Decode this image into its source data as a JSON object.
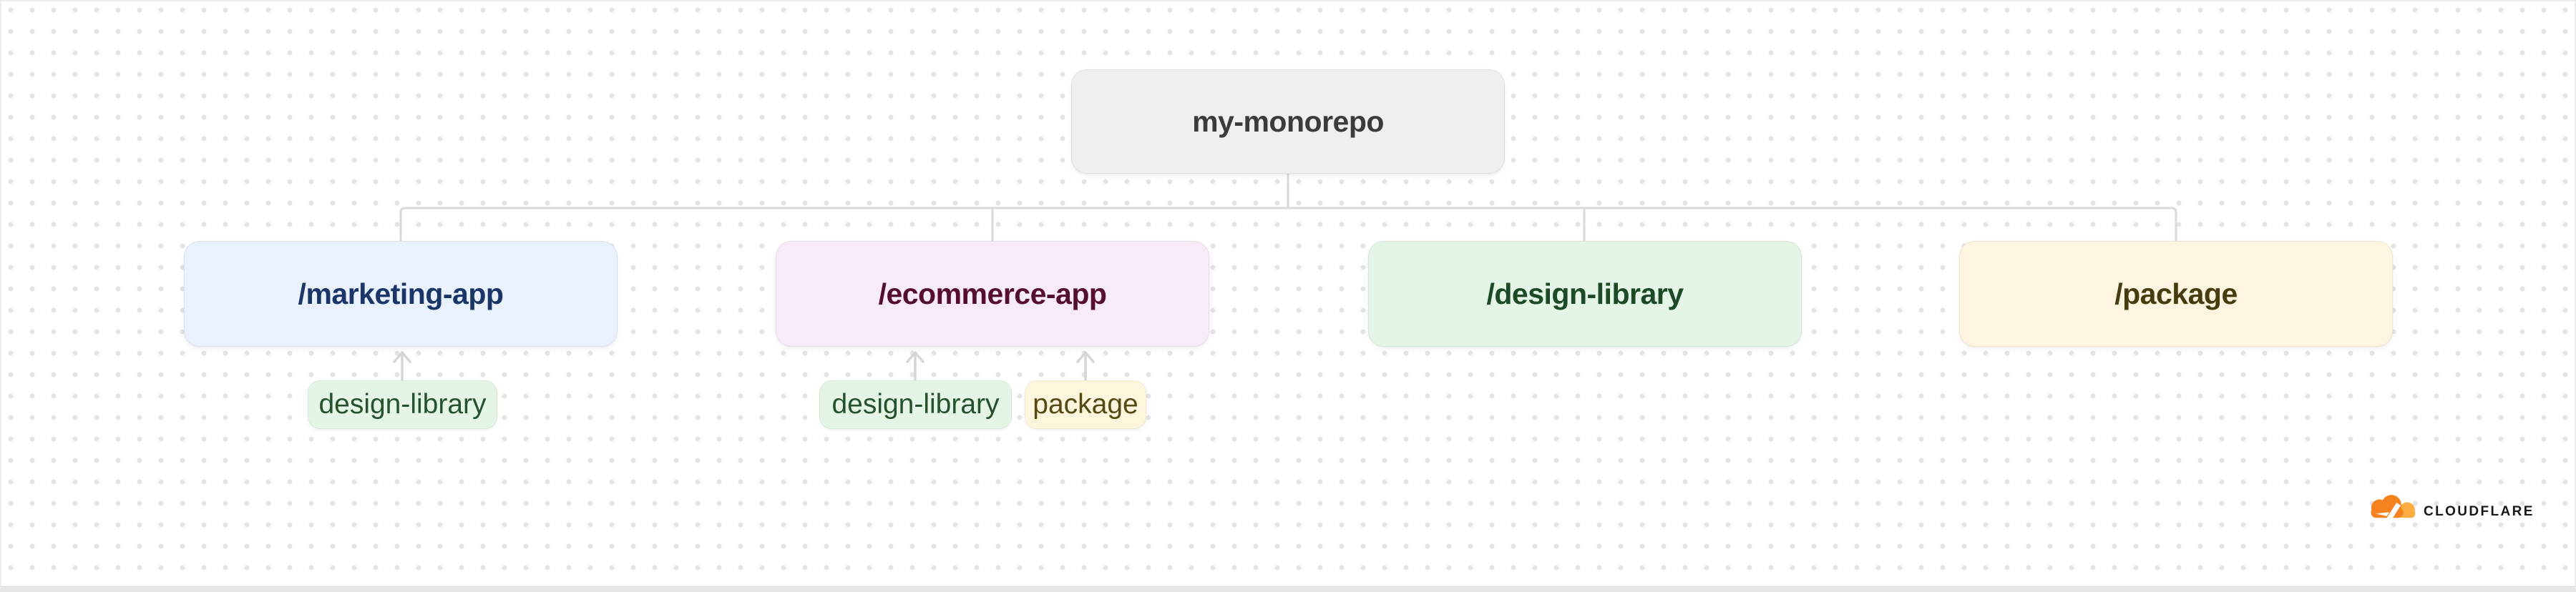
{
  "diagram": {
    "root": {
      "label": "my-monorepo",
      "bg": "#efefef",
      "text_color": "#3b3b3b"
    },
    "children": [
      {
        "label": "/marketing-app",
        "bg": "#e9f1fd",
        "text_color": "#1a3568"
      },
      {
        "label": "/ecommerce-app",
        "bg": "#f7ebf8",
        "text_color": "#550d30"
      },
      {
        "label": "/design-library",
        "bg": "#e4f4e6",
        "text_color": "#1c4a27"
      },
      {
        "label": "/package",
        "bg": "#fdf5e0",
        "text_color": "#473c10"
      }
    ],
    "dependency_tags": [
      {
        "label": "design-library",
        "parent": "/marketing-app",
        "bg": "#e4f5e6",
        "text_color": "#26512e"
      },
      {
        "label": "design-library",
        "parent": "/ecommerce-app",
        "bg": "#e4f5e6",
        "text_color": "#26512e"
      },
      {
        "label": "package",
        "parent": "/ecommerce-app",
        "bg": "#fdf6dc",
        "text_color": "#564a14"
      }
    ],
    "connector_color": "#dadada",
    "arrow_color": "#d6d6d6",
    "background_dot_color": "#e4e4e4"
  },
  "branding": {
    "logo_text": "CLOUDFLARE",
    "logo_icon": "cloudflare-cloud-icon",
    "cloud_dark": "#f6821f",
    "cloud_light": "#fbad41",
    "text_color": "#17181a"
  }
}
